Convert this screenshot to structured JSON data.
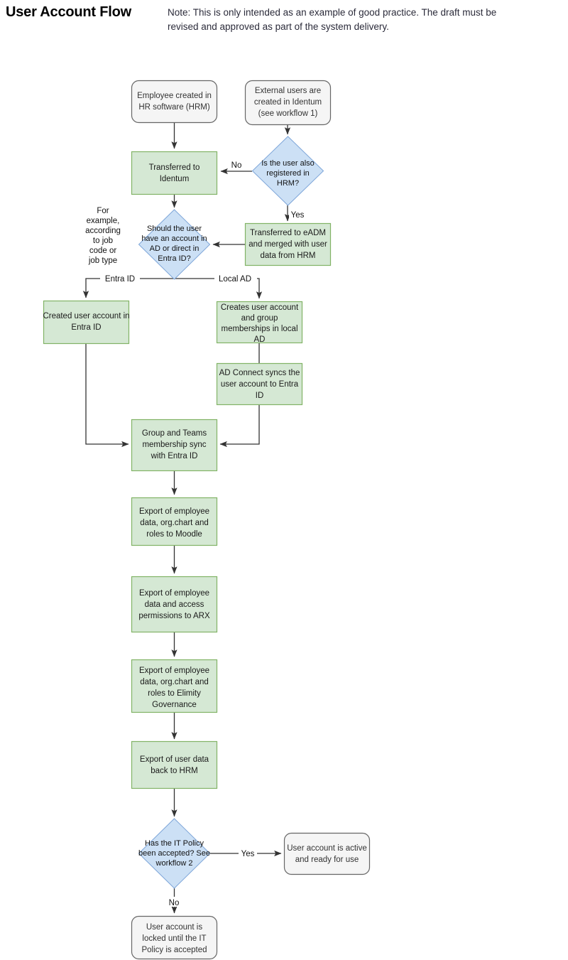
{
  "header": {
    "title": "User Account Flow",
    "note_line_1": "Note: This is only intended as an example of good practice. The draft must be",
    "note_line_2": "revised and approved as part of the system delivery."
  },
  "colors": {
    "process_fill": "#d5e8d4",
    "process_stroke": "#82b366",
    "terminator_fill": "#f5f5f5",
    "terminator_stroke": "#666666",
    "decision_fill": "#cce0f5",
    "decision_stroke": "#7ea6d9",
    "edge": "#333333",
    "text": "#1a1a1a"
  },
  "diagram": {
    "type": "flowchart",
    "nodes": [
      {
        "id": "hr-software",
        "shape": "terminator",
        "lines": [
          "Employee created in",
          "HR software (HRM)"
        ]
      },
      {
        "id": "external-users",
        "shape": "terminator",
        "lines": [
          "External users are",
          "created in Identum",
          "(see workflow 1)"
        ]
      },
      {
        "id": "transferred-identum",
        "shape": "process",
        "lines": [
          "Transferred to",
          "Identum"
        ]
      },
      {
        "id": "is-user-registered-hrm",
        "shape": "decision",
        "lines": [
          "Is the user also",
          "registered in",
          "HRM?"
        ]
      },
      {
        "id": "transferred-eadm",
        "shape": "process",
        "lines": [
          "Transferred to eADM",
          "and merged with user",
          "data from HRM"
        ]
      },
      {
        "id": "account-ad-or-entra",
        "shape": "decision",
        "lines": [
          "Should the user",
          "have an account in",
          "AD or direct in",
          "Entra ID?"
        ]
      },
      {
        "id": "created-entra-id",
        "shape": "process",
        "lines": [
          "Created user account in",
          "Entra ID"
        ]
      },
      {
        "id": "creates-local-ad",
        "shape": "process",
        "lines": [
          "Creates user account",
          "and group",
          "memberships in local",
          "AD"
        ]
      },
      {
        "id": "ad-connect-sync",
        "shape": "process",
        "lines": [
          "AD Connect syncs the",
          "user account to Entra",
          "ID"
        ]
      },
      {
        "id": "group-teams-sync",
        "shape": "process",
        "lines": [
          "Group and Teams",
          "membership sync",
          "with Entra ID"
        ]
      },
      {
        "id": "export-moodle",
        "shape": "process",
        "lines": [
          "Export of employee",
          "data, org.chart and",
          "roles to Moodle"
        ]
      },
      {
        "id": "export-arx",
        "shape": "process",
        "lines": [
          "Export of employee",
          "data and access",
          "permissions to ARX"
        ]
      },
      {
        "id": "export-elimity",
        "shape": "process",
        "lines": [
          "Export of employee",
          "data, org.chart and",
          "roles to Elimity",
          "Governance"
        ]
      },
      {
        "id": "export-hrm",
        "shape": "process",
        "lines": [
          "Export of user data",
          "back to HRM"
        ]
      },
      {
        "id": "it-policy-accepted",
        "shape": "decision",
        "lines": [
          "Has the IT Policy",
          "been accepted? See",
          "workflow 2"
        ]
      },
      {
        "id": "account-active",
        "shape": "terminator",
        "lines": [
          "User account is active",
          "and ready for use"
        ]
      },
      {
        "id": "account-locked",
        "shape": "terminator",
        "lines": [
          "User account is",
          "locked until the IT",
          "Policy is accepted"
        ]
      }
    ],
    "annotations": [
      {
        "id": "job-code-note",
        "lines": [
          "For",
          "example,",
          "according",
          "to job",
          "code or",
          "job type"
        ]
      }
    ],
    "edge_labels": {
      "no_hrm": "No",
      "yes_hrm": "Yes",
      "entra_id": "Entra ID",
      "local_ad": "Local AD",
      "yes_policy": "Yes",
      "no_policy": "No"
    }
  }
}
